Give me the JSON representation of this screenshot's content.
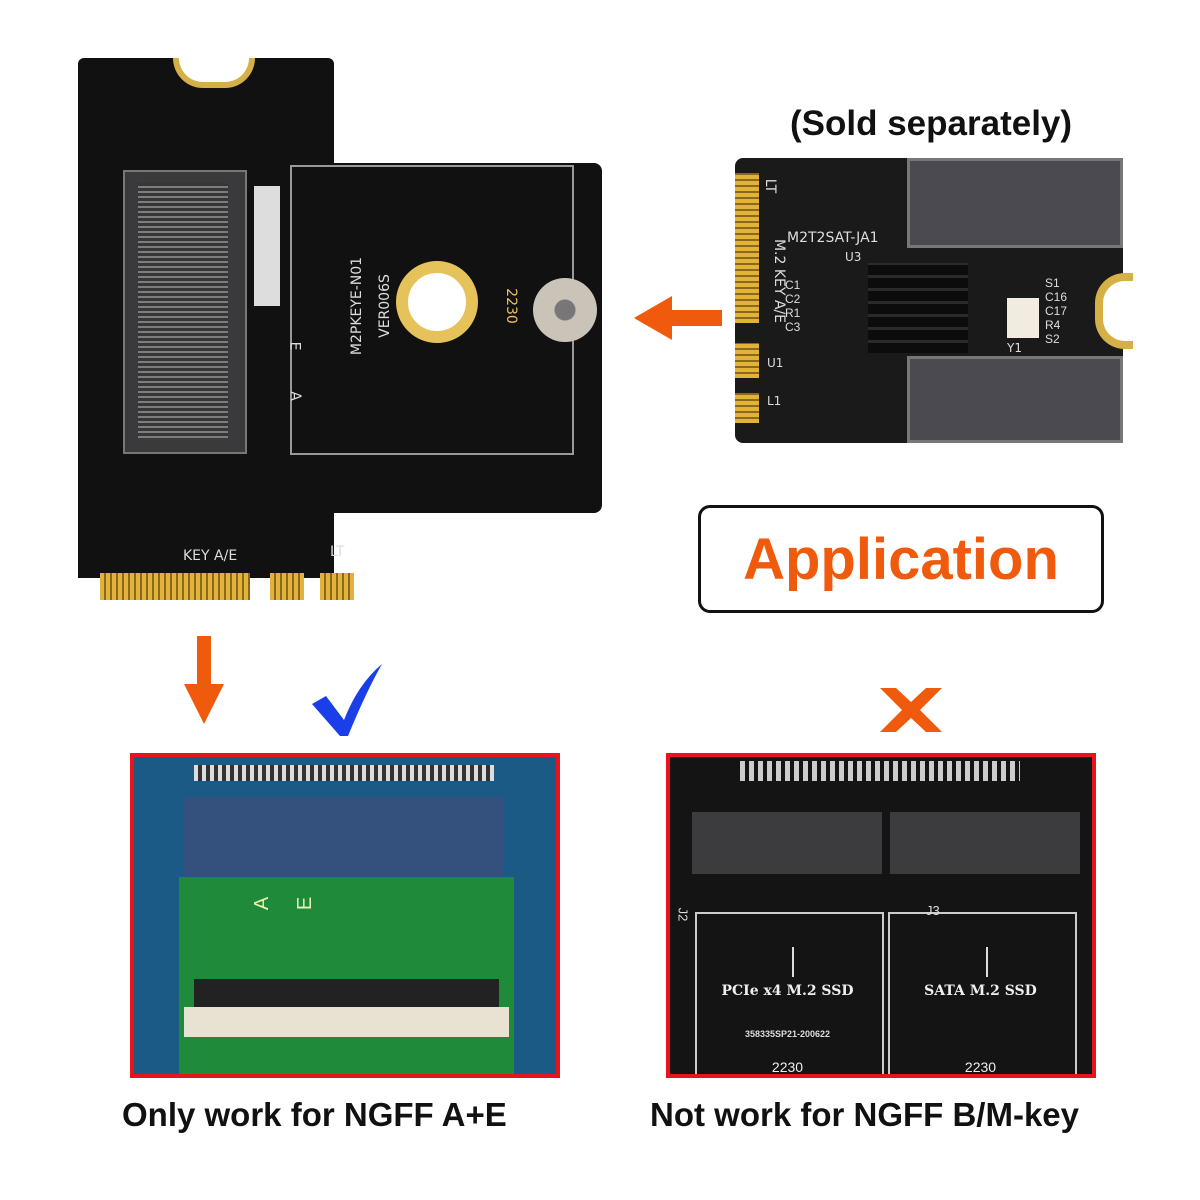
{
  "labels": {
    "sold_separately": "(Sold separately)",
    "application": "Application",
    "caption_left": "Only work for NGFF A+E",
    "caption_right": "Not work for NGFF B/M-key"
  },
  "adapter_board": {
    "model": "M2PKEYE-N01",
    "version": "VER006S",
    "size": "2230",
    "key_e": "E",
    "key_a": "A",
    "key_label": "KEY A/E",
    "lt": "LT"
  },
  "sata_card": {
    "model": "M2T2SAT-JA1",
    "key_label": "M.2 KEY A/E",
    "lt": "LT",
    "u3": "U3",
    "u1": "U1",
    "l1": "L1",
    "y1": "Y1",
    "components_left": [
      "C1",
      "C2",
      "R1",
      "C3"
    ],
    "components_right": [
      "S1",
      "C16",
      "C17",
      "R4",
      "S2"
    ]
  },
  "ssd_board": {
    "slot_left": "PCIe x4 M.2 SSD",
    "slot_right": "SATA M.2 SSD",
    "part_number": "358335SP21-200622",
    "size_left": "2230",
    "size_right": "2230",
    "j2": "J2",
    "j3": "J3"
  },
  "ae_board": {
    "key_a": "A",
    "key_e": "E"
  },
  "icons": {
    "arrow": "orange-arrow",
    "check": "blue-checkmark",
    "cross": "orange-cross"
  },
  "colors": {
    "accent": "#f05a0c",
    "check": "#1a3ee8",
    "frame": "#e8141c"
  }
}
